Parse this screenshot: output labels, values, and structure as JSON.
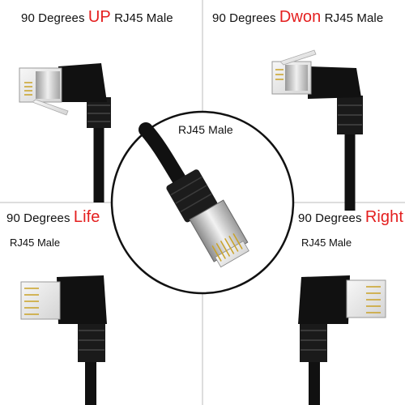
{
  "quadrants": {
    "top_left": {
      "prefix": "90 Degrees",
      "highlight": "UP",
      "suffix": "RJ45 Male"
    },
    "top_right": {
      "prefix": "90 Degrees",
      "highlight": "Dwon",
      "suffix": "RJ45 Male"
    },
    "bottom_left": {
      "prefix": "90 Degrees",
      "highlight": "Life",
      "sub": "RJ45 Male"
    },
    "bottom_right": {
      "prefix": "90 Degrees",
      "highlight": "Right",
      "sub": "RJ45 Male"
    }
  },
  "center": {
    "label": "RJ45 Male"
  },
  "colors": {
    "highlight": "#e41f1f",
    "cable": "#111111",
    "divider": "#bdbdbd"
  }
}
